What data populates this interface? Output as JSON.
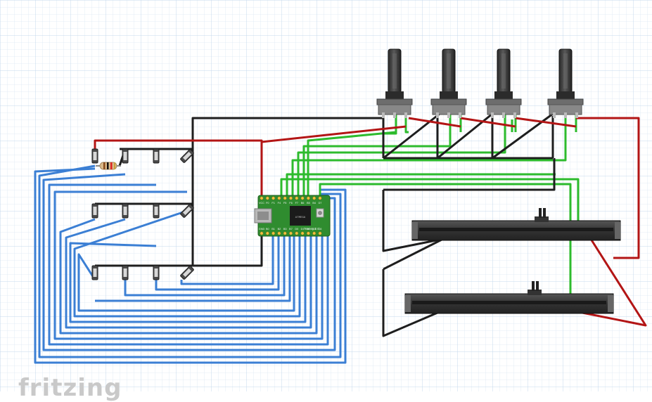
{
  "app": {
    "logo_text": "fritzing"
  },
  "board": {
    "name": "Teensy 2.0",
    "top_pins": [
      "VCC",
      "F0",
      "F1",
      "F4",
      "F5",
      "F6",
      "F7",
      "B6",
      "B5",
      "B4",
      "D7"
    ],
    "bottom_pins": [
      "GND",
      "B0",
      "B1",
      "B2",
      "B3",
      "B7",
      "D0",
      "D1",
      "D2",
      "D3",
      "C6"
    ],
    "chip_label": "ATMEGA"
  },
  "components": {
    "potentiometers": 4,
    "slide_potentiometers": 2,
    "push_buttons": 12,
    "resistors": 1
  },
  "colors": {
    "grid": "#d6e4f2",
    "grid_major": "#c3d6ea",
    "wire_red": "#b31515",
    "wire_black": "#1e1e1e",
    "wire_green": "#2dbb2d",
    "wire_blue": "#3b7fd4",
    "board_green": "#2f8c2f",
    "component_dark": "#3a3a3a"
  }
}
